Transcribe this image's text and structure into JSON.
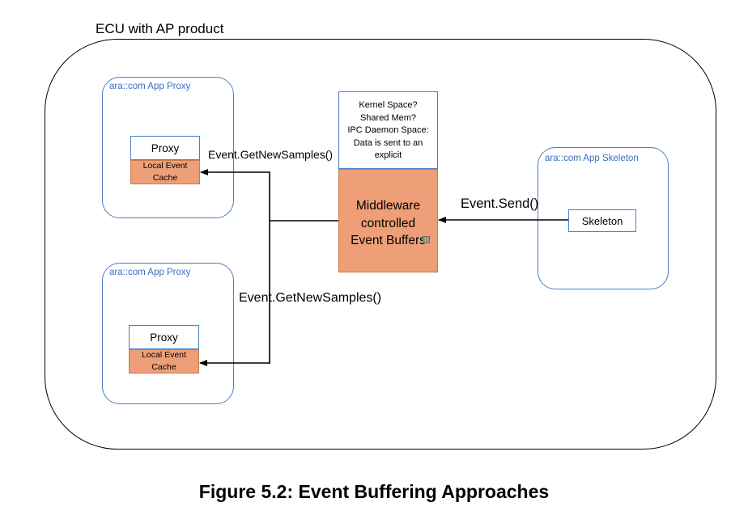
{
  "container": {
    "title": "ECU with AP product"
  },
  "proxy_apps": [
    {
      "label": "ara::com App Proxy",
      "proxy_label": "Proxy",
      "cache_label": "Local Event\nCache"
    },
    {
      "label": "ara::com App Proxy",
      "proxy_label": "Proxy",
      "cache_label": "Local Event\nCache"
    }
  ],
  "skeleton_app": {
    "label": "ara::com App Skeleton",
    "skeleton_label": "Skeleton"
  },
  "middleware": {
    "top_text": "Kernel Space?\nShared Mem?\nIPC Daemon Space:\nData is sent to an\nexplicit",
    "buffer_text": "Middleware\ncontrolled\nEvent Buffers"
  },
  "edges": {
    "get_new_samples_1": "Event.GetNewSamples()",
    "get_new_samples_2": "Event.GetNewSamples()",
    "send": "Event.Send()"
  },
  "caption": "Figure 5.2: Event Buffering Approaches",
  "colors": {
    "app_border": "#4a7fc7",
    "buffer_fill": "#ee9f78",
    "app_label": "#3a6fc0"
  }
}
